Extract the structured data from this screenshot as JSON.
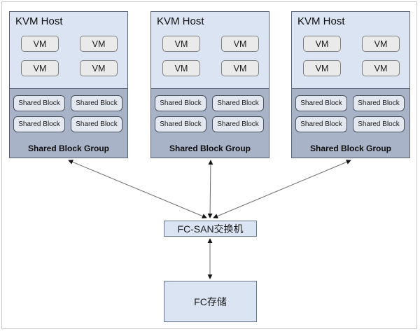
{
  "hosts": [
    {
      "title": "KVM Host",
      "vms": [
        "VM",
        "VM",
        "VM",
        "VM"
      ],
      "shared_blocks": [
        "Shared Block",
        "Shared Block",
        "Shared Block",
        "Shared Block"
      ],
      "group_label": "Shared Block Group"
    },
    {
      "title": "KVM Host",
      "vms": [
        "VM",
        "VM",
        "VM",
        "VM"
      ],
      "shared_blocks": [
        "Shared Block",
        "Shared Block",
        "Shared Block",
        "Shared Block"
      ],
      "group_label": "Shared Block Group"
    },
    {
      "title": "KVM Host",
      "vms": [
        "VM",
        "VM",
        "VM",
        "VM"
      ],
      "shared_blocks": [
        "Shared Block",
        "Shared Block",
        "Shared Block",
        "Shared Block"
      ],
      "group_label": "Shared Block Group"
    }
  ],
  "switch": {
    "label": "FC-SAN交换机"
  },
  "storage": {
    "label": "FC存储"
  },
  "edges": [
    {
      "from": "kvm-host-1-shared-block-group",
      "to": "fc-san-switch",
      "bidirectional": true
    },
    {
      "from": "kvm-host-2-shared-block-group",
      "to": "fc-san-switch",
      "bidirectional": true
    },
    {
      "from": "kvm-host-3-shared-block-group",
      "to": "fc-san-switch",
      "bidirectional": true
    },
    {
      "from": "fc-san-switch",
      "to": "fc-storage",
      "bidirectional": true
    }
  ],
  "colors": {
    "host_top_fill": "#dbe4f3",
    "host_border": "#56626f",
    "shared_group_fill": "#a9b3c7",
    "vm_fill": "#eaeaea",
    "shared_block_fill": "#e3e7ef",
    "node_fill": "#dbe4f3",
    "node_border": "#68778c",
    "connector": "#636363",
    "frame_border": "#cbcbcb"
  }
}
